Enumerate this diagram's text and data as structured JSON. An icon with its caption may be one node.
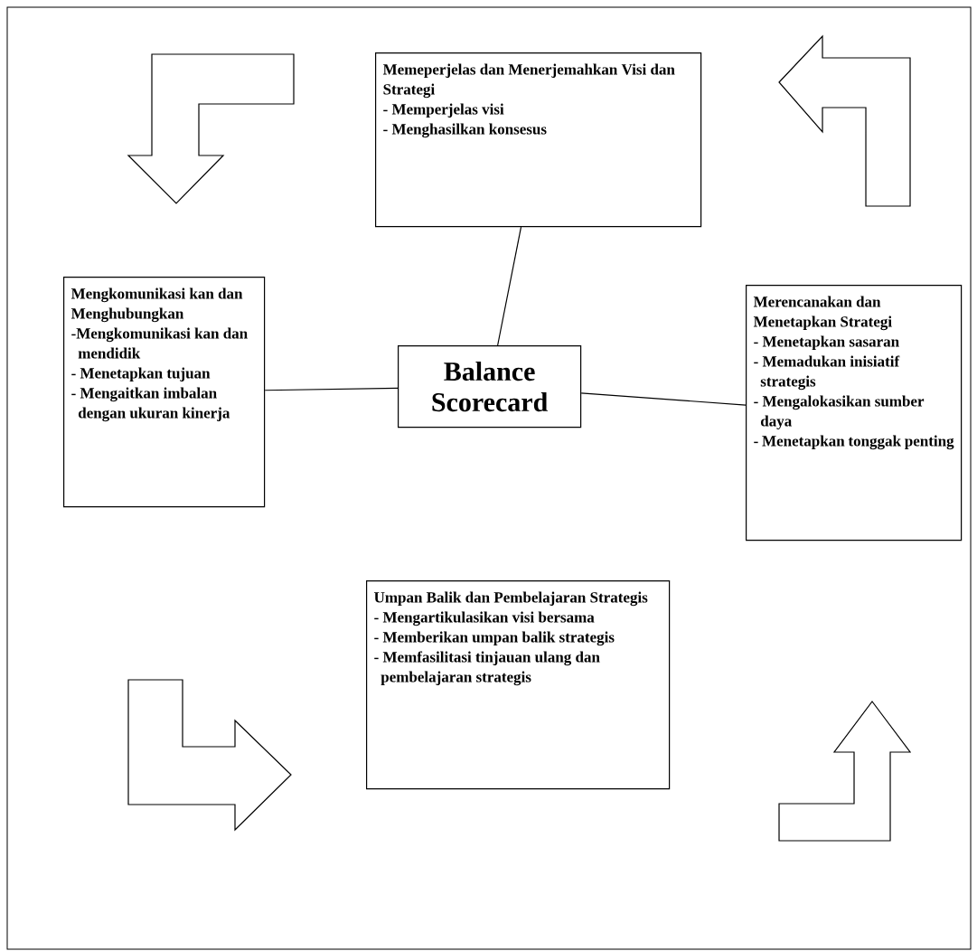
{
  "diagram": {
    "nodes": [
      {
        "text": [
          "Memeperjelas dan Menerjemahkan Visi dan Strategi",
          "- Memperjelas visi",
          "- Menghasilkan konsesus"
        ]
      },
      {
        "text": [
          "Mengkomunikasi kan dan Menghubungkan",
          "-Mengkomunikasi kan dan mendidik",
          "- Menetapkan tujuan",
          "- Mengaitkan imbalan dengan ukuran kinerja"
        ]
      },
      {
        "text": [
          "Balance Scorecard"
        ]
      },
      {
        "text": [
          "Merencanakan dan Menetapkan Strategi",
          "- Menetapkan sasaran",
          "- Memadukan inisiatif strategis",
          "- Mengalokasikan sumber daya",
          "- Menetapkan tonggak penting"
        ]
      },
      {
        "text": [
          "Umpan Balik dan Pembelajaran Strategis",
          "- Mengartikulasikan visi bersama",
          "- Memberikan umpan balik strategis",
          "- Memfasilitasi tinjauan ulang dan pembelajaran strategis"
        ]
      }
    ],
    "edges": [
      {
        "from": 0,
        "to": 2,
        "arrow": "none"
      },
      {
        "from": 1,
        "to": 2,
        "arrow": "none"
      },
      {
        "from": 2,
        "to": 3,
        "arrow": "none"
      }
    ]
  }
}
